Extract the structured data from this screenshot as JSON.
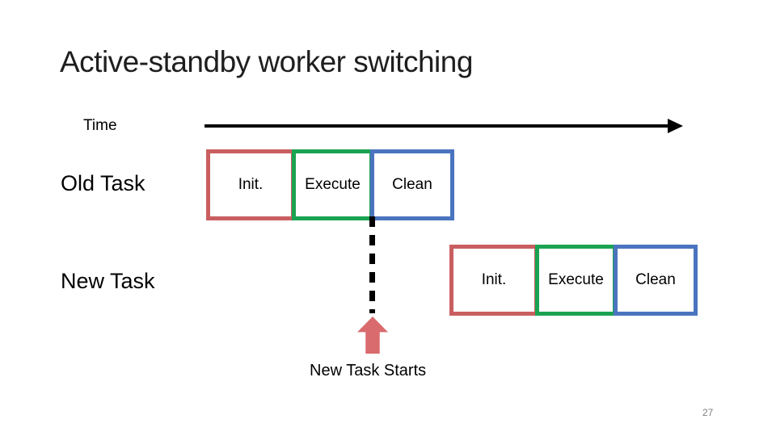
{
  "slide": {
    "title": "Active-standby worker switching",
    "page_number": "27"
  },
  "timeline": {
    "label": "Time"
  },
  "rows": [
    {
      "label": "Old Task",
      "phases": [
        {
          "label": "Init."
        },
        {
          "label": "Execute"
        },
        {
          "label": "Clean"
        }
      ]
    },
    {
      "label": "New Task",
      "phases": [
        {
          "label": "Init."
        },
        {
          "label": "Execute"
        },
        {
          "label": "Clean"
        }
      ]
    }
  ],
  "annotation": {
    "label": "New Task Starts"
  },
  "colors": {
    "init_border": "#c95e61",
    "execute_border": "#1aa352",
    "clean_border": "#4a74bf",
    "arrow_fill": "#d96b6e",
    "timeline_stroke": "#000000",
    "title_text": "#1e1e1e",
    "body_text": "#000000",
    "page_number_text": "#808080",
    "background": "#ffffff"
  }
}
